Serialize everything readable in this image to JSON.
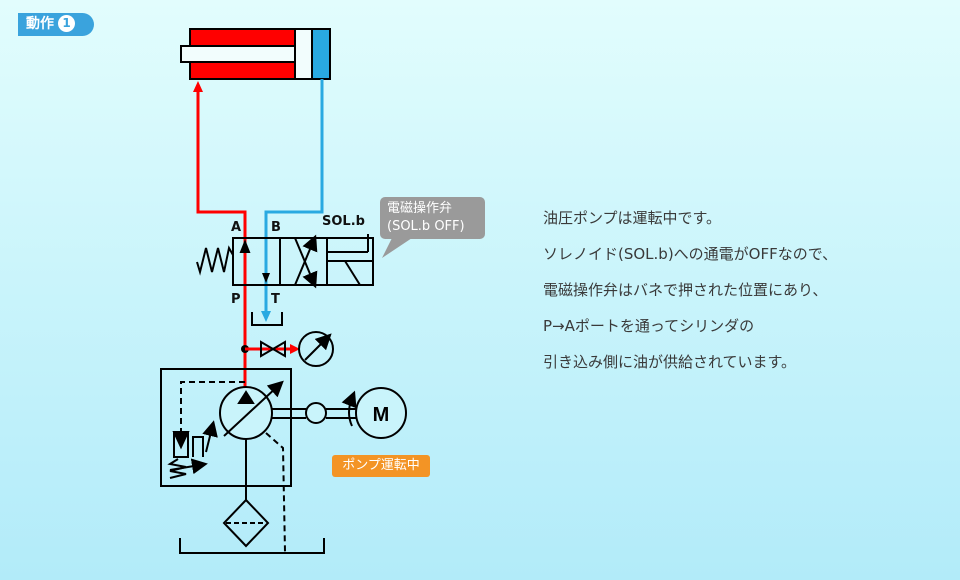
{
  "badge": {
    "label": "動作",
    "step": "1"
  },
  "diagram": {
    "port_a": "A",
    "port_b": "B",
    "port_p": "P",
    "port_t": "T",
    "solenoid": "SOL.b",
    "callout_line1": "電磁操作弁",
    "callout_line2": "(SOL.b OFF)",
    "motor": "M",
    "pump_status": "ポンプ運転中",
    "colors": {
      "pressure": "#ff0000",
      "return": "#29a9e1",
      "orange": "#f39425"
    }
  },
  "description": [
    "油圧ポンプは運転中です。",
    "ソレノイド(SOL.b)への通電がOFFなので、",
    "電磁操作弁はバネで押された位置にあり、",
    "P→Aポートを通ってシリンダの",
    "引き込み側に油が供給されています。"
  ]
}
